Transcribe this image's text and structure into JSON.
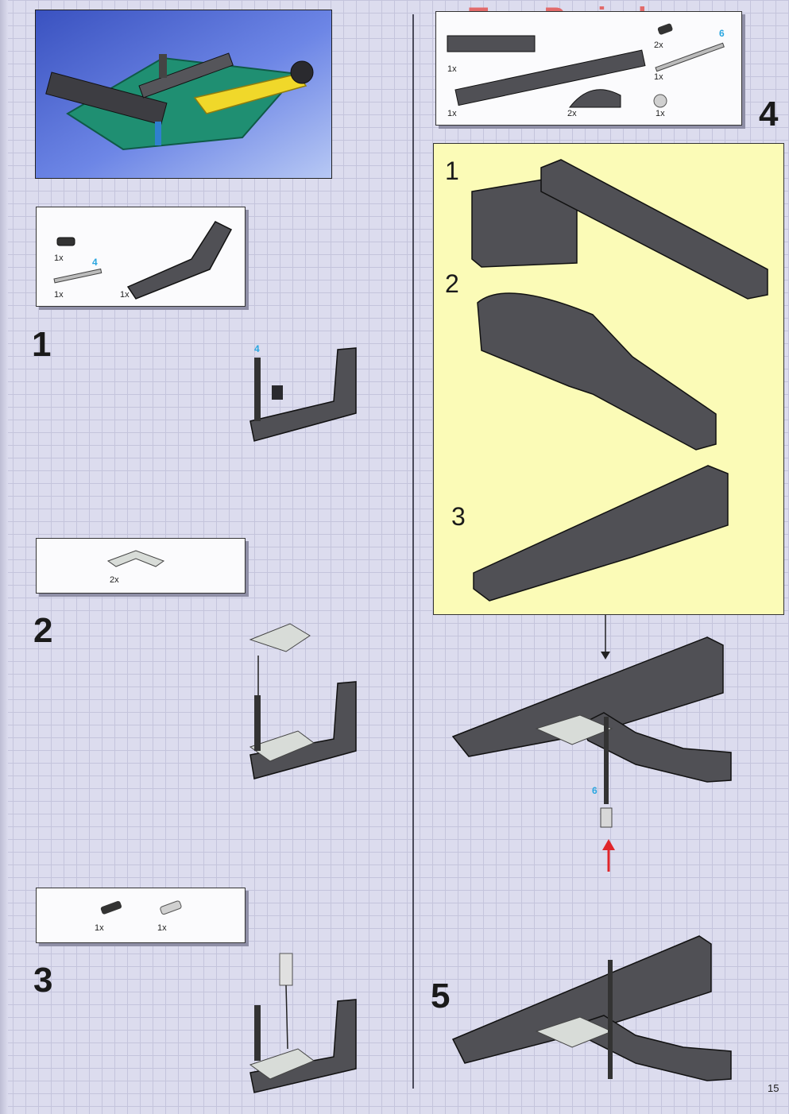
{
  "watermark": "ToysPeriod.com",
  "page_number": "15",
  "steps": [
    {
      "number": "1",
      "parts": [
        {
          "qty": "1x"
        },
        {
          "qty": "1x"
        },
        {
          "qty": "1x"
        }
      ],
      "length_label": "4",
      "callout_label": "4"
    },
    {
      "number": "2",
      "parts": [
        {
          "qty": "2x"
        }
      ]
    },
    {
      "number": "3",
      "parts": [
        {
          "qty": "1x"
        },
        {
          "qty": "1x"
        }
      ]
    },
    {
      "number": "4",
      "parts": [
        {
          "qty": "1x"
        },
        {
          "qty": "1x"
        },
        {
          "qty": "2x"
        },
        {
          "qty": "2x"
        },
        {
          "qty": "1x"
        },
        {
          "qty": "1x"
        }
      ],
      "length_label": "6",
      "substeps": [
        "1",
        "2",
        "3"
      ]
    },
    {
      "number": "5",
      "callout_label": "6"
    }
  ],
  "colors": {
    "page": "#dcdcee",
    "grid": "#c4c4dc",
    "yellow_panel": "#fbfbb7",
    "arrow_red": "#e0252a",
    "accent_blue": "#2aa6e0",
    "brick_dark": "#4a4a4e"
  }
}
